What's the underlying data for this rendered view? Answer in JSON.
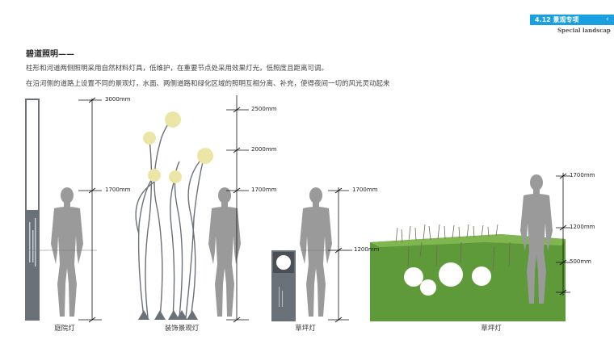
{
  "header": {
    "section_tag": "4.12 景观专项",
    "section_subtitle": "Special landscap"
  },
  "heading": "碧道照明——",
  "descriptions": [
    "柱形和河道两侧照明采用自然材料灯具，低维护，在重要节点处采用效果灯光，低照度且距离可调。",
    "在沿河侧的道路上设置不同的景观灯，水面、两侧道路和绿化区域的照明互相分离、补充，使得夜间一切的风光灵动起来"
  ],
  "captions": {
    "courtyard": "庭院灯",
    "decorative": "装饰景观灯",
    "lawn_lamp": "草坪灯",
    "lawn_globe": "草坪灯"
  },
  "dimensions": {
    "courtyard": [
      "3000mm",
      "1700mm"
    ],
    "decorative": [
      "2500mm",
      "2000mm",
      "1700mm"
    ],
    "lawn_lamp": [
      "1700mm",
      "1200mm"
    ],
    "lawn_globe": [
      "1700mm",
      "1200mm",
      "500mm"
    ]
  },
  "colors": {
    "accent": "#1a9fe0",
    "pole": "#6b7178",
    "globe_yellow": "#ece6a6",
    "grass": "#5f9a3a",
    "silhouette": "#9a9a9a"
  }
}
